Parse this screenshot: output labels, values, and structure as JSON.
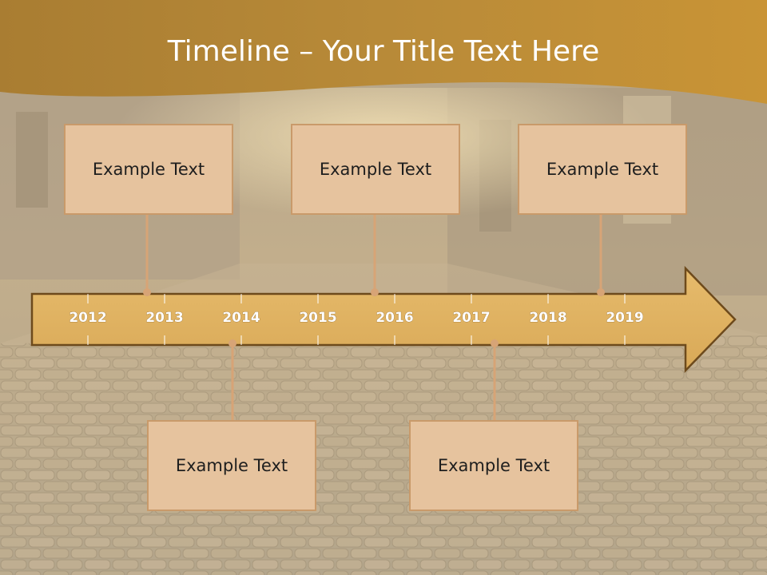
{
  "title": "Timeline – Your Title Text Here",
  "timeline": {
    "years": [
      "2012",
      "2013",
      "2014",
      "2015",
      "2016",
      "2017",
      "2018",
      "2019"
    ],
    "events_top": [
      {
        "text": "Example Text"
      },
      {
        "text": "Example Text"
      },
      {
        "text": "Example Text"
      }
    ],
    "events_bottom": [
      {
        "text": "Example Text"
      },
      {
        "text": "Example Text"
      }
    ]
  },
  "colors": {
    "banner": "#b98a34",
    "arrow_fill": "#e3b565",
    "arrow_stroke": "#6d4a1c",
    "box_fill": "#e6c39e",
    "box_border": "#c99a6a",
    "connector": "#d7a476"
  }
}
